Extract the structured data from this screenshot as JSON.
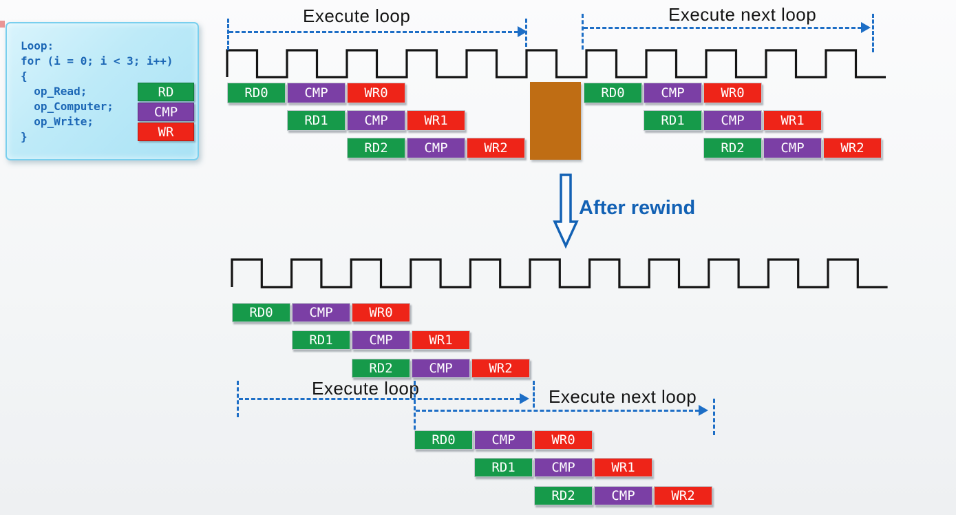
{
  "code_panel": {
    "code_lines": [
      "Loop:",
      "for (i = 0; i < 3; i++)",
      "{",
      "  op_Read;",
      "  op_Computer;",
      "  op_Write;",
      "}"
    ],
    "legend": [
      {
        "id": "rd",
        "label": "RD"
      },
      {
        "id": "cmp",
        "label": "CMP"
      },
      {
        "id": "wr",
        "label": "WR"
      }
    ]
  },
  "labels": {
    "top_execute_loop": "Execute loop",
    "top_execute_next_loop": "Execute next loop",
    "after_rewind": "After rewind",
    "bottom_execute_loop": "Execute loop",
    "bottom_execute_next_loop": "Execute next loop"
  },
  "colors": {
    "stage_read": "#169a4a",
    "stage_compute": "#7b3fa5",
    "stage_write": "#ee2418",
    "rewind_block": "#bf6d14",
    "arrow_blue": "#1d6ec6",
    "rewind_blue": "#1261b4",
    "code_text_blue": "#1b66b5",
    "waveform_black": "#141414"
  },
  "waveforms": {
    "top_clock": {
      "cycles": 11,
      "starts": "high"
    },
    "bottom_clock": {
      "cycles": 11,
      "starts": "high"
    }
  },
  "pipelines": {
    "top_left": [
      [
        "RD0",
        "CMP",
        "WR0"
      ],
      [
        "RD1",
        "CMP",
        "WR1"
      ],
      [
        "RD2",
        "CMP",
        "WR2"
      ]
    ],
    "top_right": [
      [
        "RD0",
        "CMP",
        "WR0"
      ],
      [
        "RD1",
        "CMP",
        "WR1"
      ],
      [
        "RD2",
        "CMP",
        "WR2"
      ]
    ],
    "bottom_first": [
      [
        "RD0",
        "CMP",
        "WR0"
      ],
      [
        "RD1",
        "CMP",
        "WR1"
      ],
      [
        "RD2",
        "CMP",
        "WR2"
      ]
    ],
    "bottom_second": [
      [
        "RD0",
        "CMP",
        "WR0"
      ],
      [
        "RD1",
        "CMP",
        "WR1"
      ],
      [
        "RD2",
        "CMP",
        "WR2"
      ]
    ]
  }
}
